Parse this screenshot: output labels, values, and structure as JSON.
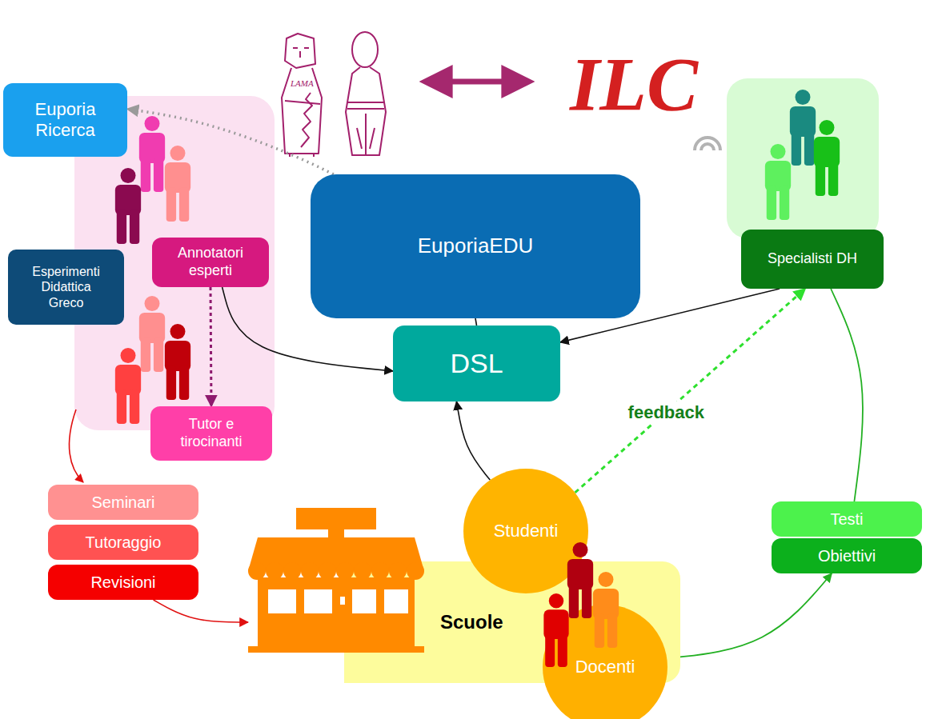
{
  "diagram": {
    "nodes": [
      {
        "text": [
          "Euporia Ricerca"
        ]
      },
      {
        "text": [
          "Esperimenti Didattica Greco"
        ]
      },
      {
        "text": [
          "Annotatori esperti"
        ]
      },
      {
        "text": [
          "Tutor e tirocinanti"
        ]
      },
      {
        "text": [
          "EuporiaEDU"
        ]
      },
      {
        "text": [
          "DSL"
        ]
      },
      {
        "text": [
          "Specialisti DH"
        ]
      },
      {
        "text": [
          "Seminari"
        ]
      },
      {
        "text": [
          "Tutoraggio"
        ]
      },
      {
        "text": [
          "Revisioni"
        ]
      },
      {
        "text": [
          "Scuole"
        ]
      },
      {
        "text": [
          "Studenti"
        ]
      },
      {
        "text": [
          "Docenti"
        ]
      },
      {
        "text": [
          "Testi"
        ]
      },
      {
        "text": [
          "Obiettivi"
        ]
      }
    ],
    "edges": [
      {
        "from": 4,
        "to": 0,
        "arrow": "to"
      },
      {
        "from": 2,
        "to": 3,
        "arrow": "to"
      },
      {
        "from": 2,
        "to": 5,
        "arrow": "to"
      },
      {
        "from": 6,
        "to": 5,
        "arrow": "to"
      },
      {
        "from": 11,
        "to": 5,
        "arrow": "to"
      },
      {
        "from": 11,
        "to": 6,
        "label": "feedback",
        "arrow": "to"
      },
      {
        "from": 12,
        "to": 14,
        "arrow": "to"
      },
      {
        "from": 6,
        "to": 13,
        "arrow": "none"
      },
      {
        "from": 4,
        "to": 5,
        "arrow": "none"
      },
      {
        "from": 9,
        "to": 10,
        "arrow": "to"
      }
    ],
    "labels": [
      "LAMA",
      "ILC"
    ]
  }
}
